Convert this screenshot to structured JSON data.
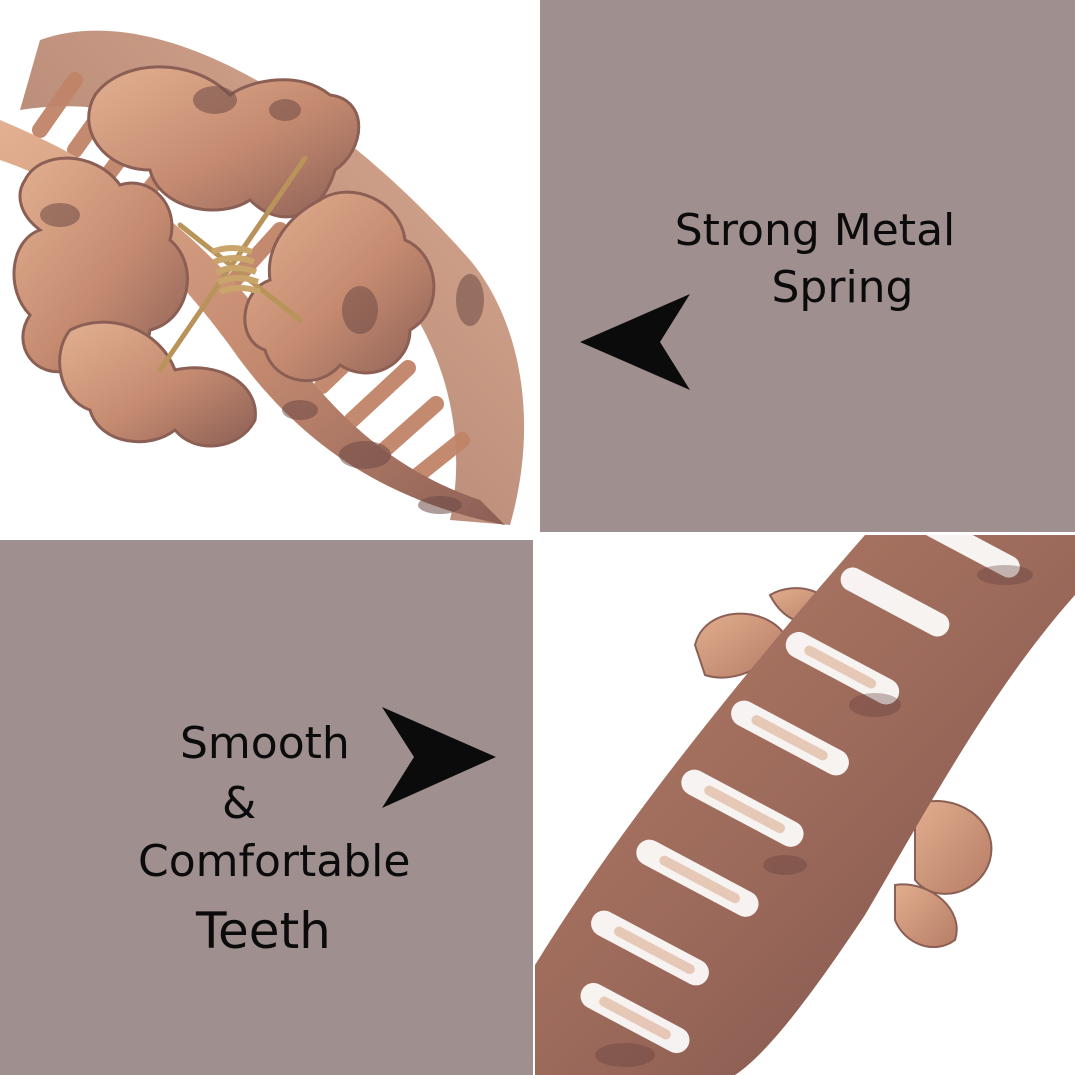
{
  "colors": {
    "mauve_panel": "#a08f8f",
    "clip_light": "#d9a488",
    "clip_mid": "#b67e68",
    "clip_dark": "#6e4a45",
    "spring": "#c9a56b",
    "arrow": "#0b0b0b",
    "background": "#ffffff"
  },
  "captions": {
    "spring": {
      "line1": "Strong Metal",
      "line2": "Spring"
    },
    "teeth": {
      "line1": "Smooth",
      "line2": "&",
      "line3": "Comfortable",
      "line4": "Teeth"
    }
  },
  "icons": {
    "spring_pointer": "arrowhead-left-icon",
    "teeth_pointer": "arrowhead-right-icon"
  }
}
